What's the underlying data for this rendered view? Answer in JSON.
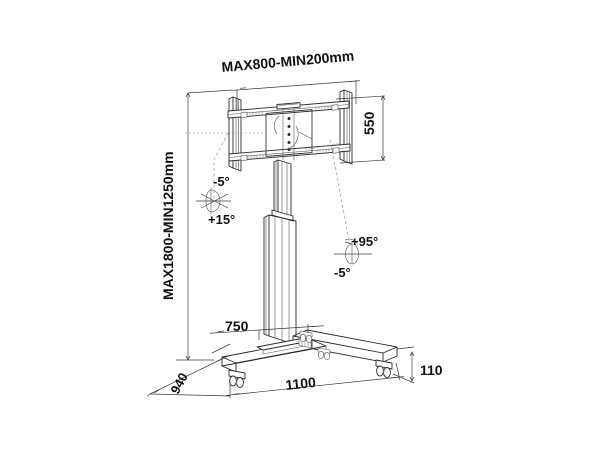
{
  "drawing": {
    "title": "TV floor stand trolley technical dimension drawing",
    "background_color": "#ffffff",
    "line_color": "#2b2b2b",
    "text_color": "#111111"
  },
  "dimensions": {
    "top_width": "MAX800-MIN200mm",
    "height": "MAX1800-MIN1250mm",
    "bracket_height": "550",
    "base_inner_width": "750",
    "base_width": "1100",
    "base_depth": "940",
    "base_thickness": "110"
  },
  "angles": {
    "tilt_up": "-5°",
    "tilt_down": "+15°",
    "swivel_right": "+95°",
    "swivel_left": "-5°"
  },
  "units": "mm"
}
